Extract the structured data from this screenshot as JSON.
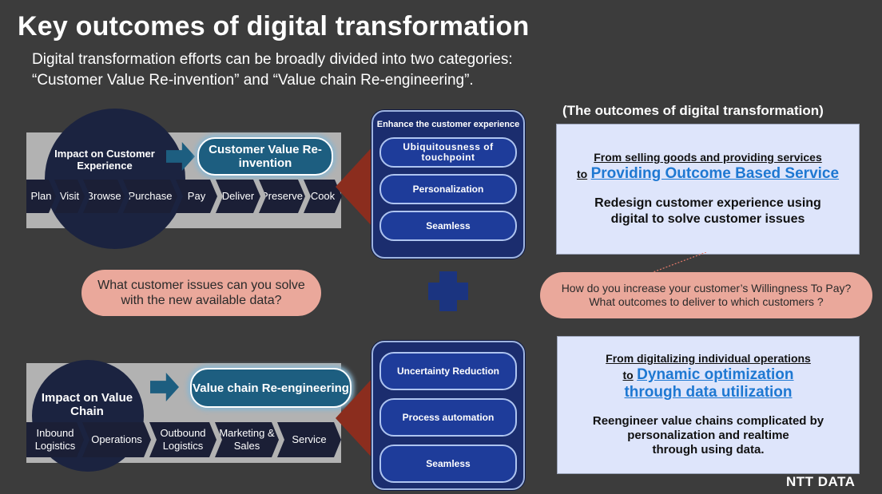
{
  "slide": {
    "title": "Key outcomes of digital transformation",
    "subtitle_line1": "Digital transformation efforts can be broadly divided into two categories:",
    "subtitle_line2": "“Customer Value Re-invention” and “Value chain Re-engineering”."
  },
  "customer": {
    "circle_label": "Impact on Customer Experience",
    "pill": "Customer Value Re-invention",
    "steps": [
      "Plan",
      "Visit",
      "Browse",
      "Purchase",
      "Pay",
      "Deliver",
      "Preserve",
      "Cook"
    ]
  },
  "value_chain": {
    "circle_label": "Impact on Value Chain",
    "pill": "Value chain Re-engineering",
    "steps": [
      "Inbound Logistics",
      "Operations",
      "Outbound Logistics",
      "Marketing & Sales",
      "Service"
    ]
  },
  "panel_top": {
    "heading": "Enhance the customer experience",
    "items": [
      "Ubiquitousness of touchpoint",
      "Personalization",
      "Seamless"
    ]
  },
  "panel_bottom": {
    "items": [
      "Uncertainty Reduction",
      "Process automation",
      "Seamless"
    ]
  },
  "outcomes": {
    "title": "(The outcomes of digital transformation)",
    "top": {
      "from": "From selling goods and providing services",
      "to_prefix": "to",
      "to_link": "Providing Outcome Based Service",
      "body": "Redesign customer experience using digital to solve customer issues"
    },
    "bottom": {
      "from": "From digitalizing individual operations",
      "to_prefix": "to",
      "to_link_line1": "Dynamic optimization",
      "to_link_line2": "through data utilization",
      "body_line1": "Reengineer value chains complicated by",
      "body_line2": "personalization and realtime",
      "body_line3": "through using data."
    }
  },
  "bubbles": {
    "left_line1": "What customer issues can you solve",
    "left_line2": "with the new available data?",
    "right_line1": "How do you increase your customer’s Willingness To Pay?",
    "right_line2": "What outcomes to deliver to which customers ?"
  },
  "logo": "NTT DATA",
  "colors": {
    "background": "#3c3c3c",
    "accent_blue": "#1d5e80",
    "panel_navy": "#1b2d6e",
    "bubble_salmon": "#eaa89b",
    "link_blue": "#1e78d2"
  }
}
